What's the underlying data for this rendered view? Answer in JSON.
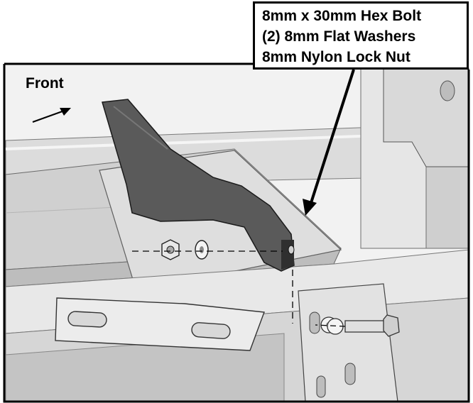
{
  "callout": {
    "lines": [
      "8mm x 30mm Hex Bolt",
      "(2) 8mm Flat Washers",
      "8mm Nylon Lock Nut"
    ]
  },
  "orientation": {
    "label": "Front"
  },
  "colors": {
    "frame_border": "#000000",
    "steel_light": "#e4e4e4",
    "steel_mid": "#c8c8c8",
    "steel_dark": "#9a9a9a",
    "bracket": "#555555"
  }
}
